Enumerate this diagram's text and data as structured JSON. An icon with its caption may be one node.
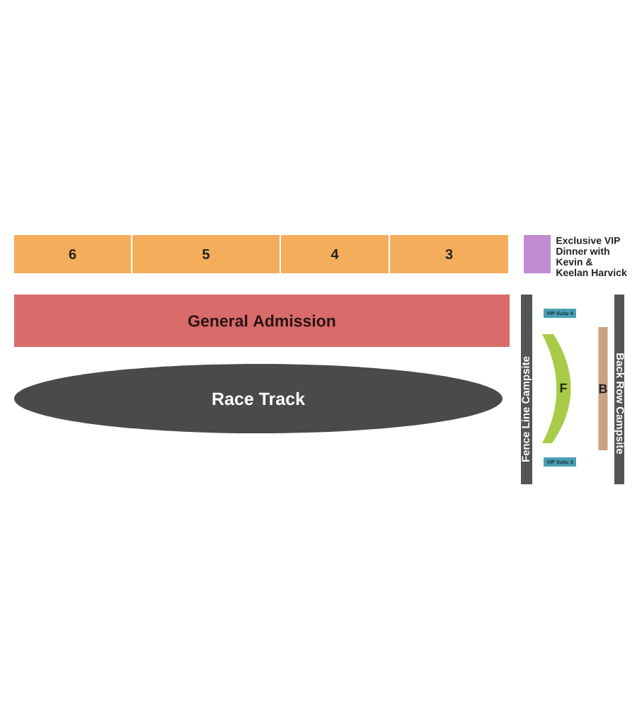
{
  "diagram": {
    "nodes": [
      {
        "text": [
          "6"
        ]
      },
      {
        "text": [
          "5"
        ]
      },
      {
        "text": [
          "4"
        ]
      },
      {
        "text": [
          "3"
        ]
      },
      {
        "text": [
          "General Admission"
        ]
      },
      {
        "text": [
          "Race Track"
        ]
      },
      {
        "text": [],
        "shape": "box",
        "beside": [
          "Exclusive VIP Dinner with Kevin & Keelan Harvick"
        ]
      },
      {
        "text": [
          "Fence Line Campsite"
        ]
      },
      {
        "text": [
          "VIP Suite 4"
        ]
      },
      {
        "text": [
          "F"
        ]
      },
      {
        "text": [
          "B"
        ]
      },
      {
        "text": [
          "Back Row Campsite"
        ]
      },
      {
        "text": [
          "VIP Suite 3"
        ]
      }
    ]
  }
}
